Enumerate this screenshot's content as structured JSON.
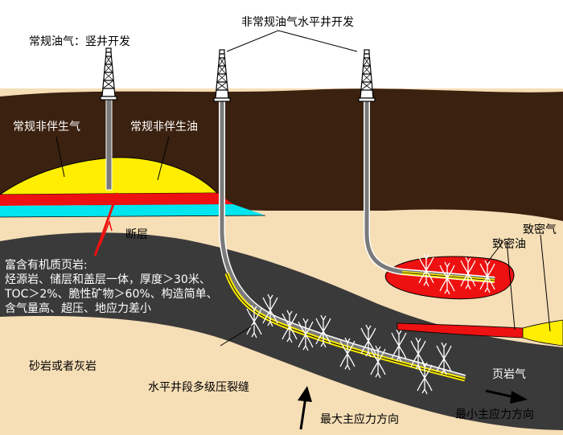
{
  "labels": {
    "conventional_vertical": "常规油气：竖井开发",
    "unconventional_horizontal": "非常规油气水平井开发",
    "conventional_gas": "常规非伴生气",
    "conventional_oil": "常规非伴生油",
    "fault": "断层",
    "shale_title": "富含有机质页岩:",
    "shale_line1": "烃源岩、储层和盖层一体，厚度＞30米、",
    "shale_line2": "TOC＞2%、脆性矿物＞60%、构造简单、",
    "shale_line3": "含气量高、超压、地应力差小",
    "sandstone": "砂岩或者灰岩",
    "fracturing": "水平井段多级压裂缝",
    "shale_gas": "页岩气",
    "max_stress": "最大主应力方向",
    "min_stress": "最小主应力方向",
    "tight_oil": "致密油",
    "tight_gas": "致密气"
  },
  "colors": {
    "sky": "#ffffff",
    "cap_rock": "#3b2110",
    "sand": "#f6deb6",
    "shale": "#3a3a3a",
    "gas": "#ffee00",
    "oil": "#ee1111",
    "water": "#00e5ee"
  }
}
